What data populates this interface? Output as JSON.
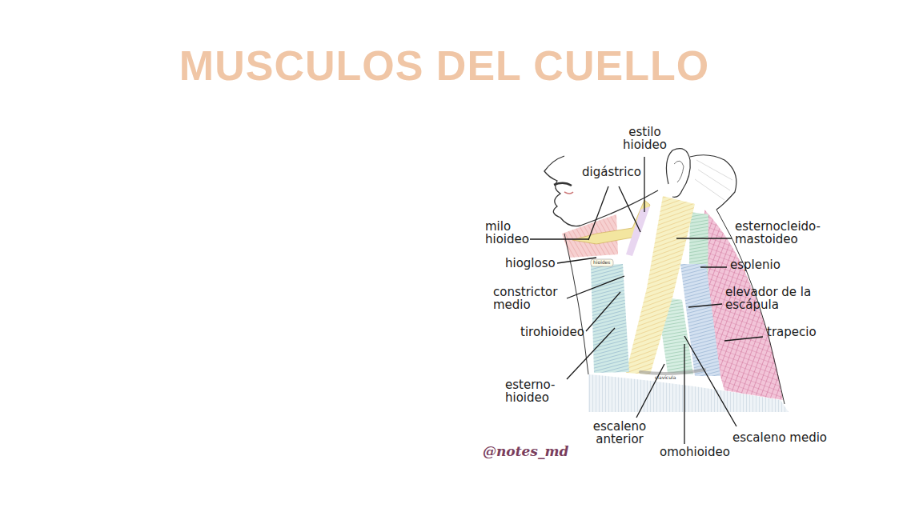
{
  "diagram": {
    "title": "MUSCULOS DEL CUELLO",
    "labels": [
      "estilo hioideo",
      "digástrico",
      "milo hioideo",
      "hiogloso",
      "constrictor medio",
      "tirohioideo",
      "esterno- hioideo",
      "esternocleido- mastoideo",
      "esplenio",
      "elevador de la escápula",
      "trapecio",
      "escaleno anterior",
      "omohioideo",
      "escaleno medio",
      "hioides",
      "clavícula",
      "@notes_md"
    ]
  }
}
